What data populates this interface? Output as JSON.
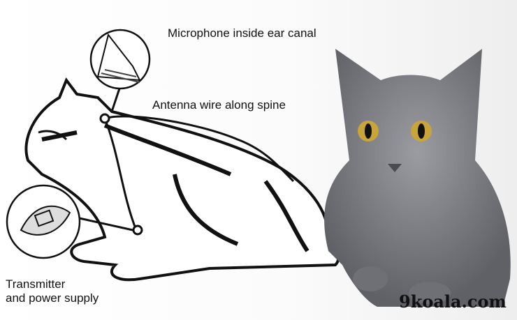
{
  "labels": {
    "microphone": "Microphone inside ear canal",
    "antenna": "Antenna wire along spine",
    "transmitter_line1": "Transmitter",
    "transmitter_line2": "and power supply"
  },
  "watermark": "9koala.com",
  "colors": {
    "ink": "#111111",
    "cat_gray": "#7d7f84",
    "eye": "#c9a43a"
  }
}
